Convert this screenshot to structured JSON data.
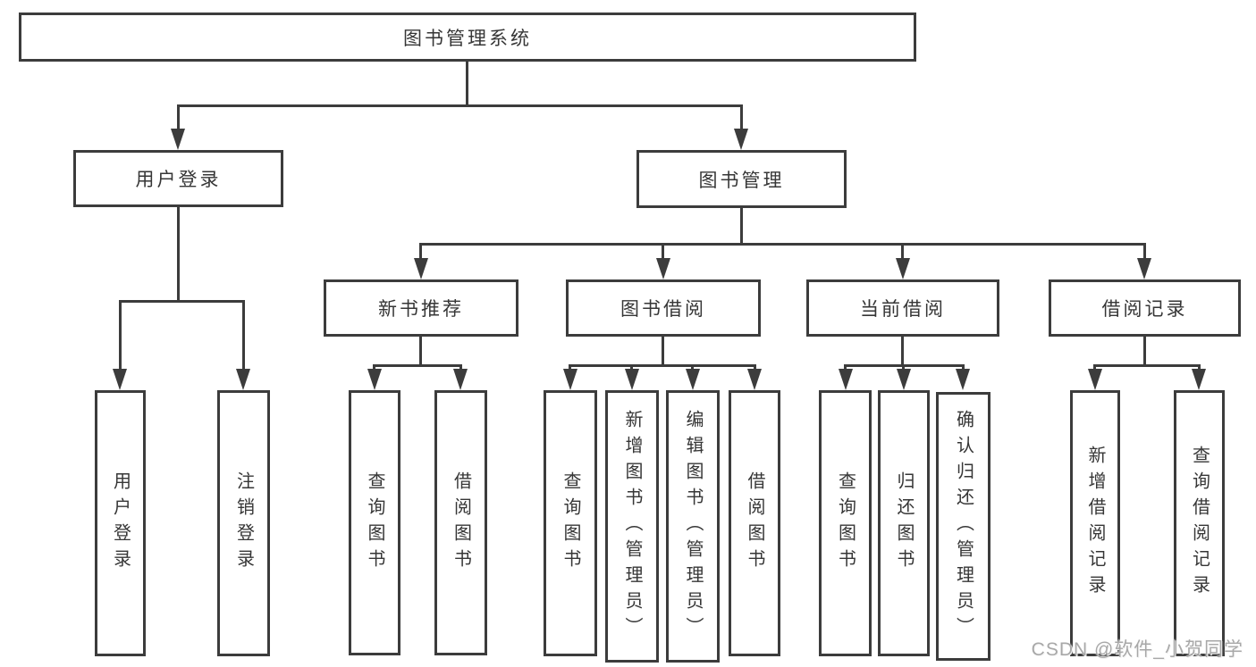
{
  "tree": {
    "label": "图书管理系统",
    "children": [
      {
        "label": "用户登录",
        "children": [
          {
            "label": "用户登录"
          },
          {
            "label": "注销登录"
          }
        ]
      },
      {
        "label": "图书管理",
        "children": [
          {
            "label": "新书推荐",
            "children": [
              {
                "label": "查询图书"
              },
              {
                "label": "借阅图书"
              }
            ]
          },
          {
            "label": "图书借阅",
            "children": [
              {
                "label": "查询图书"
              },
              {
                "label": "新增图书（管理员）"
              },
              {
                "label": "编辑图书（管理员）"
              },
              {
                "label": "借阅图书"
              }
            ]
          },
          {
            "label": "当前借阅",
            "children": [
              {
                "label": "查询图书"
              },
              {
                "label": "归还图书"
              },
              {
                "label": "确认归还（管理员）"
              }
            ]
          },
          {
            "label": "借阅记录",
            "children": [
              {
                "label": "新增借阅记录"
              },
              {
                "label": "查询借阅记录"
              }
            ]
          }
        ]
      }
    ]
  },
  "watermark": {
    "text": "CSDN @软件_小贺同学",
    "color": "#a8a8a8"
  },
  "colors": {
    "line": "#3c3c3c",
    "text": "#363636",
    "background": "#ffffff"
  }
}
